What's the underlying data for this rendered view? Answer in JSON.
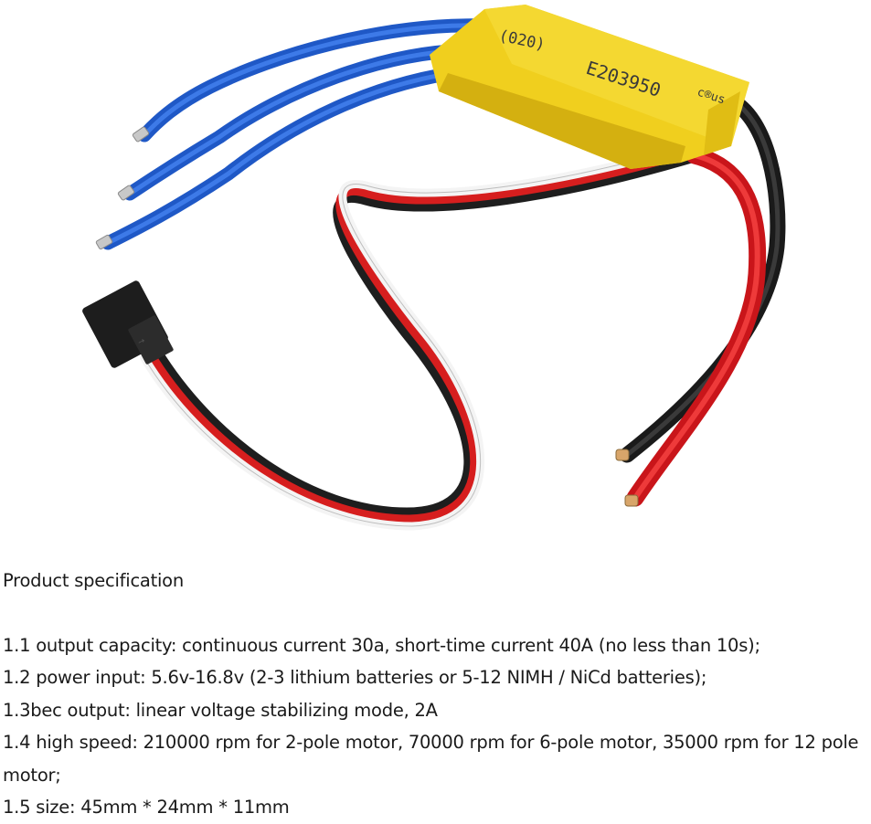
{
  "product_image": {
    "label_code": "(020)",
    "label_number": "E203950",
    "label_mark": "c®us"
  },
  "spec": {
    "heading": "Product specification",
    "lines": [
      "1.1 output capacity: continuous current 30a, short-time current 40A (no less than 10s);",
      "1.2 power input: 5.6v-16.8v (2-3 lithium batteries or 5-12 NIMH / NiCd batteries);",
      "1.3bec output: linear voltage stabilizing mode, 2A",
      "1.4 high speed: 210000 rpm for 2-pole motor, 70000 rpm for 6-pole motor, 35000 rpm for 12 pole motor;",
      "1.5 size: 45mm * 24mm * 11mm"
    ]
  }
}
